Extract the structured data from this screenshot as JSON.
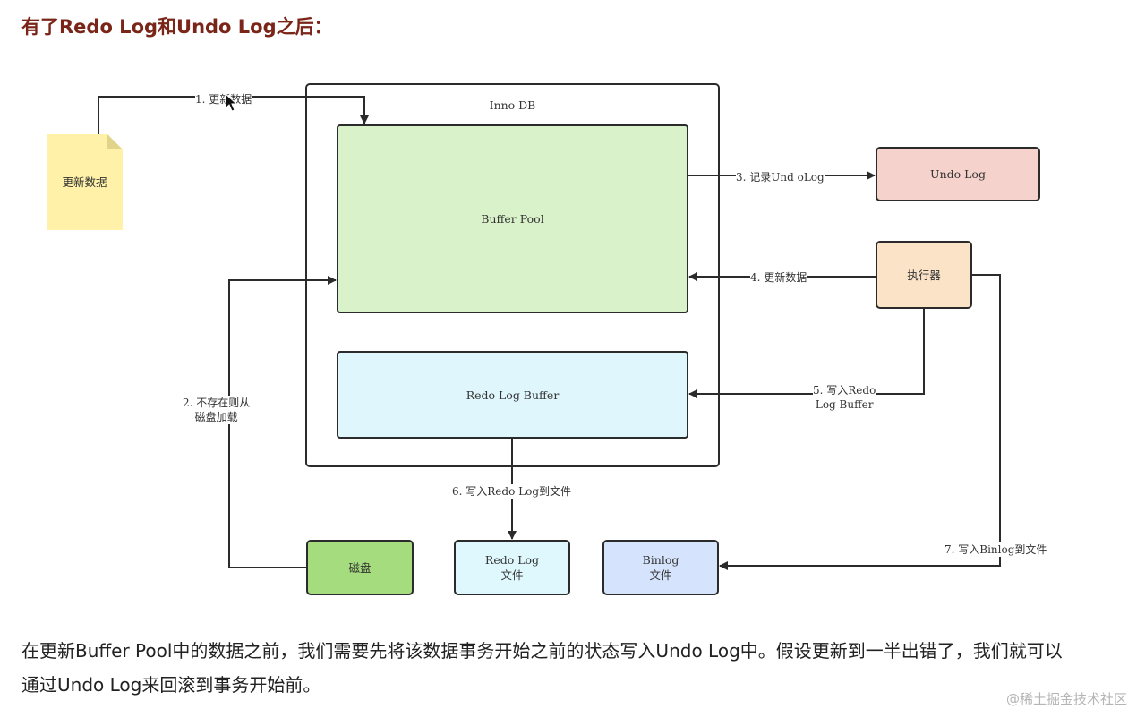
{
  "heading": "有了Redo Log和Undo Log之后：",
  "diagram": {
    "innodb_label": "Inno DB",
    "nodes": {
      "update_data_note": "更新数据",
      "buffer_pool": "Buffer Pool",
      "redo_log_buffer": "Redo Log Buffer",
      "undo_log": "Undo Log",
      "executor": "执行器",
      "disk": "磁盘",
      "redo_log_file_line1": "Redo Log",
      "redo_log_file_line2": "文件",
      "binlog_file_line1": "Binlog",
      "binlog_file_line2": "文件"
    },
    "edges": {
      "e1": "1. 更新数据",
      "e2_line1": "2. 不存在则从",
      "e2_line2": "磁盘加载",
      "e3": "3. 记录Und oLog",
      "e4": "4. 更新数据",
      "e5_line1": "5. 写入Redo",
      "e5_line2": "Log Buffer",
      "e6": "6. 写入Redo Log到文件",
      "e7": "7. 写入Binlog到文件"
    },
    "colors": {
      "note": "#fff2a8",
      "buffer_pool": "#d9f2c9",
      "redo_log_buffer": "#dff6fd",
      "undo_log": "#f5d2cb",
      "executor": "#fbe3c8",
      "disk": "#a5dd7e",
      "redo_log_file": "#dff8fd",
      "binlog_file": "#d6e3fc"
    }
  },
  "paragraph": "在更新Buffer Pool中的数据之前，我们需要先将该数据事务开始之前的状态写入Undo Log中。假设更新到一半出错了，我们就可以通过Undo Log来回滚到事务开始前。",
  "watermark": "@稀土掘金技术社区"
}
